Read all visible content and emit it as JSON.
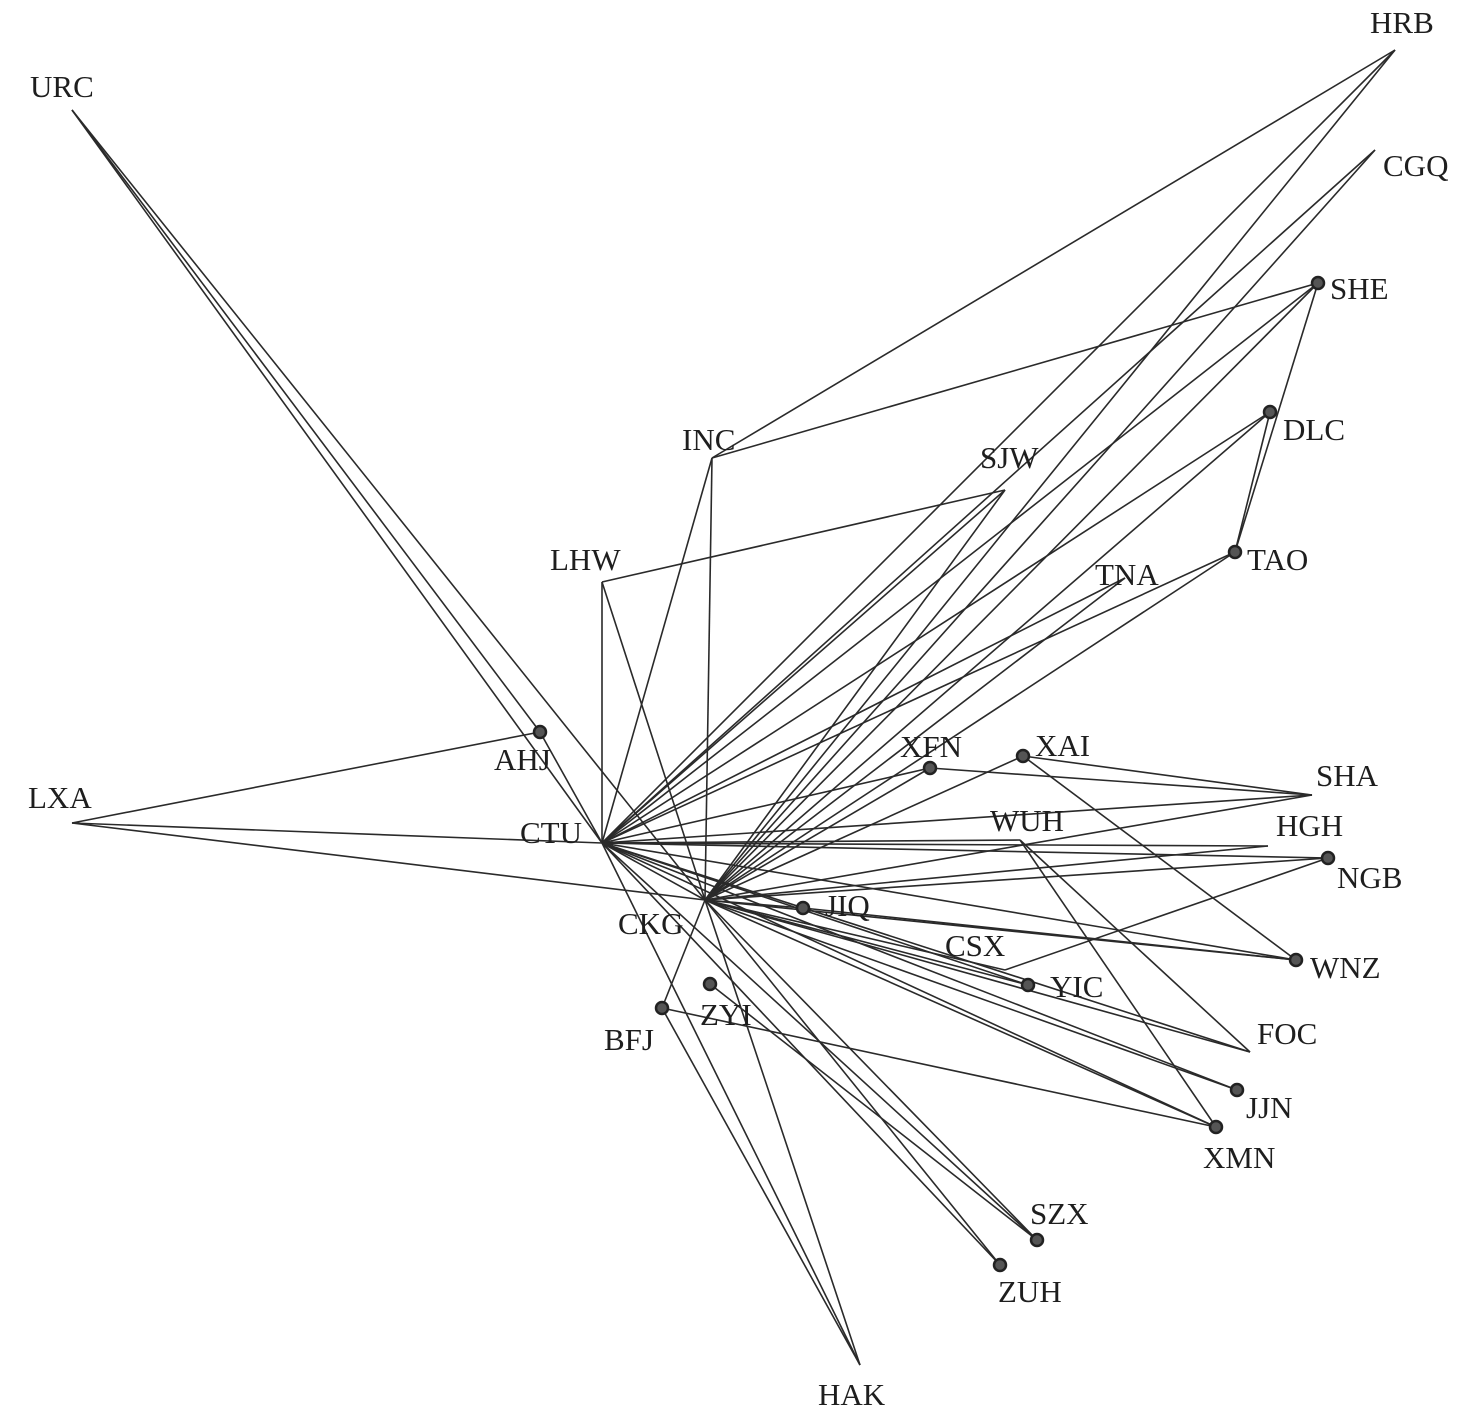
{
  "diagram": {
    "type": "air-route-network",
    "nodes": [
      {
        "id": "URC",
        "label": "URC"
      },
      {
        "id": "HRB",
        "label": "HRB"
      },
      {
        "id": "CGQ",
        "label": "CGQ"
      },
      {
        "id": "SHE",
        "label": "SHE"
      },
      {
        "id": "DLC",
        "label": "DLC"
      },
      {
        "id": "INC",
        "label": "INC"
      },
      {
        "id": "SJW",
        "label": "SJW"
      },
      {
        "id": "TNA",
        "label": "TNA"
      },
      {
        "id": "TAO",
        "label": "TAO"
      },
      {
        "id": "LHW",
        "label": "LHW"
      },
      {
        "id": "AHJ",
        "label": "AHJ"
      },
      {
        "id": "LXA",
        "label": "LXA"
      },
      {
        "id": "XFN",
        "label": "XFN"
      },
      {
        "id": "XAI",
        "label": "XAI"
      },
      {
        "id": "SHA",
        "label": "SHA"
      },
      {
        "id": "CTU",
        "label": "CTU"
      },
      {
        "id": "WUH",
        "label": "WUH"
      },
      {
        "id": "HGH",
        "label": "HGH"
      },
      {
        "id": "NGB",
        "label": "NGB"
      },
      {
        "id": "CKG",
        "label": "CKG"
      },
      {
        "id": "JIQ",
        "label": "JIQ"
      },
      {
        "id": "CSX",
        "label": "CSX"
      },
      {
        "id": "WNZ",
        "label": "WNZ"
      },
      {
        "id": "YIC",
        "label": "YIC"
      },
      {
        "id": "FOC",
        "label": "FOC"
      },
      {
        "id": "ZYI",
        "label": "ZYI"
      },
      {
        "id": "BFJ",
        "label": "BFJ"
      },
      {
        "id": "JJN",
        "label": "JJN"
      },
      {
        "id": "XMN",
        "label": "XMN"
      },
      {
        "id": "SZX",
        "label": "SZX"
      },
      {
        "id": "ZUH",
        "label": "ZUH"
      },
      {
        "id": "HAK",
        "label": "HAK"
      }
    ],
    "edges": [
      [
        "CTU",
        "URC"
      ],
      [
        "CTU",
        "LXA"
      ],
      [
        "CTU",
        "LHW"
      ],
      [
        "CTU",
        "INC"
      ],
      [
        "CTU",
        "HRB"
      ],
      [
        "CTU",
        "CGQ"
      ],
      [
        "CTU",
        "SHE"
      ],
      [
        "CTU",
        "DLC"
      ],
      [
        "CTU",
        "TAO"
      ],
      [
        "CTU",
        "TNA"
      ],
      [
        "CTU",
        "SJW"
      ],
      [
        "CTU",
        "SHA"
      ],
      [
        "CTU",
        "HGH"
      ],
      [
        "CTU",
        "NGB"
      ],
      [
        "CTU",
        "WUH"
      ],
      [
        "CTU",
        "XFN"
      ],
      [
        "CTU",
        "WNZ"
      ],
      [
        "CTU",
        "FOC"
      ],
      [
        "CTU",
        "XMN"
      ],
      [
        "CTU",
        "JJN"
      ],
      [
        "CTU",
        "SZX"
      ],
      [
        "CTU",
        "ZUH"
      ],
      [
        "CTU",
        "HAK"
      ],
      [
        "CTU",
        "CKG"
      ],
      [
        "CTU",
        "YIC"
      ],
      [
        "CTU",
        "AHJ"
      ],
      [
        "CKG",
        "URC"
      ],
      [
        "CKG",
        "LXA"
      ],
      [
        "CKG",
        "LHW"
      ],
      [
        "CKG",
        "INC"
      ],
      [
        "CKG",
        "CGQ"
      ],
      [
        "CKG",
        "SHE"
      ],
      [
        "CKG",
        "DLC"
      ],
      [
        "CKG",
        "TAO"
      ],
      [
        "CKG",
        "TNA"
      ],
      [
        "CKG",
        "SJW"
      ],
      [
        "CKG",
        "XFN"
      ],
      [
        "CKG",
        "XAI"
      ],
      [
        "CKG",
        "SHA"
      ],
      [
        "CKG",
        "HGH"
      ],
      [
        "CKG",
        "NGB"
      ],
      [
        "CKG",
        "JIQ"
      ],
      [
        "CKG",
        "WNZ"
      ],
      [
        "CKG",
        "YIC"
      ],
      [
        "CKG",
        "FOC"
      ],
      [
        "CKG",
        "JJN"
      ],
      [
        "CKG",
        "XMN"
      ],
      [
        "CKG",
        "SZX"
      ],
      [
        "CKG",
        "ZUH"
      ],
      [
        "CKG",
        "HAK"
      ],
      [
        "CKG",
        "BFJ"
      ],
      [
        "CKG",
        "HRB"
      ],
      [
        "INC",
        "HRB"
      ],
      [
        "INC",
        "SHE"
      ],
      [
        "LHW",
        "SJW"
      ],
      [
        "LXA",
        "AHJ"
      ],
      [
        "XAI",
        "SHA"
      ],
      [
        "XAI",
        "WNZ"
      ],
      [
        "XFN",
        "SHA"
      ],
      [
        "WUH",
        "FOC"
      ],
      [
        "WUH",
        "XMN"
      ],
      [
        "CSX",
        "NGB"
      ],
      [
        "DLC",
        "TAO"
      ],
      [
        "SHE",
        "TAO"
      ],
      [
        "BFJ",
        "XMN"
      ],
      [
        "BFJ",
        "HAK"
      ],
      [
        "ZYI",
        "SZX"
      ],
      [
        "JIQ",
        "WNZ"
      ],
      [
        "CKG",
        "CSX"
      ],
      [
        "URC",
        "AHJ"
      ]
    ]
  }
}
